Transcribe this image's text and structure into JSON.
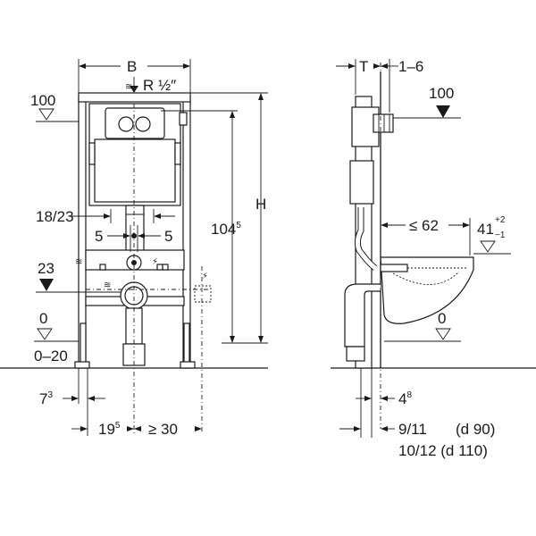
{
  "front_view": {
    "width_label": "B",
    "supply_label": "R ½″",
    "level_top": "100",
    "level_23": "23",
    "level_0": "0",
    "level_range": "0–20",
    "height_label": "H",
    "height_104_base": "104",
    "height_104_sup": "5",
    "dim_18_23": "18/23",
    "dim_5_left": "5",
    "dim_5_right": "5",
    "dim_7_base": "7",
    "dim_7_sup": "3",
    "dim_19_base": "19",
    "dim_19_sup": "5",
    "dim_ge30": "≥ 30"
  },
  "side_view": {
    "depth_label": "T",
    "dim_1_6": "1–6",
    "level_top": "100",
    "dim_le62": "≤ 62",
    "dim_41_base": "41",
    "dim_41_plus": "+2",
    "dim_41_minus": "−1",
    "level_0": "0",
    "dim_4_base": "4",
    "dim_4_sup": "8",
    "dim_9_11": "9/11",
    "dim_d90": "(d 90)",
    "dim_10_12": "10/12 (d 110)"
  }
}
